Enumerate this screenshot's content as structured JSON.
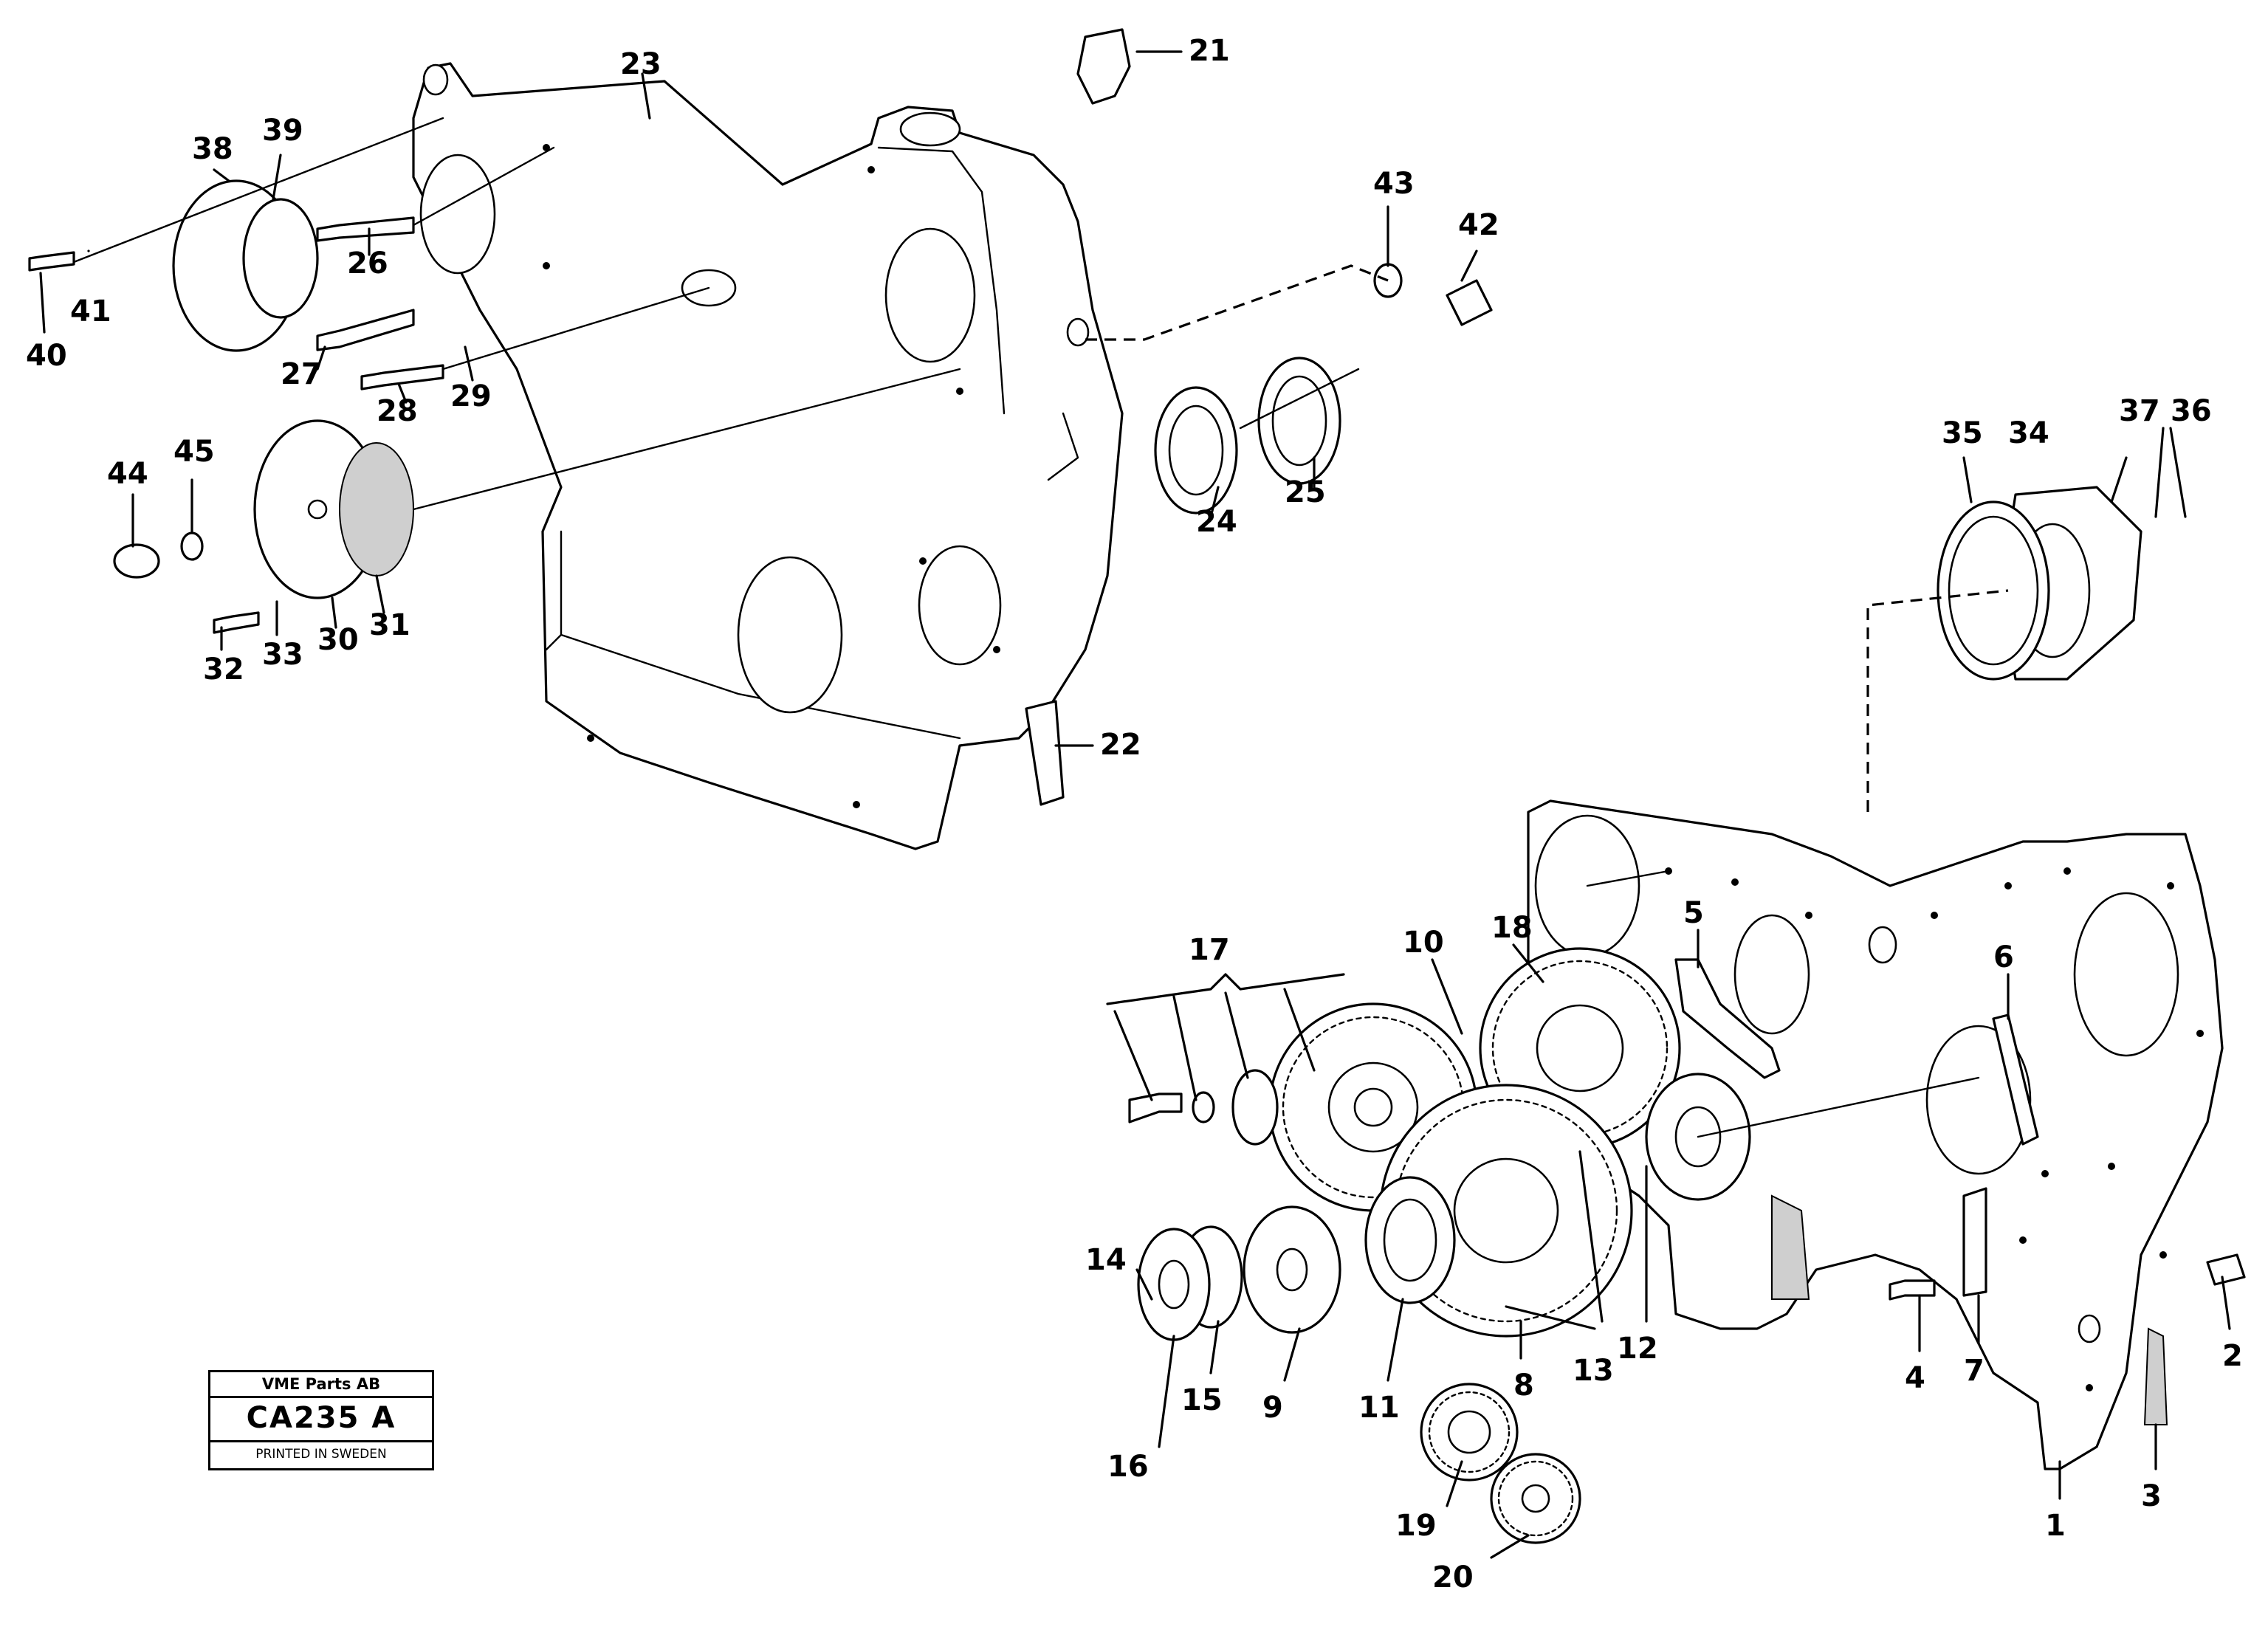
{
  "stamp": {
    "company": "VME Parts AB",
    "code": "CA235 A",
    "printed": "PRINTED IN SWEDEN"
  },
  "callouts": [
    "1",
    "2",
    "3",
    "4",
    "5",
    "6",
    "7",
    "8",
    "9",
    "10",
    "11",
    "12",
    "13",
    "14",
    "15",
    "16",
    "17",
    "18",
    "19",
    "20",
    "21",
    "22",
    "23",
    "24",
    "25",
    "26",
    "27",
    "28",
    "29",
    "30",
    "31",
    "32",
    "33",
    "34",
    "35",
    "36",
    "37",
    "38",
    "39",
    "40",
    "41",
    "42",
    "43",
    "44",
    "45"
  ]
}
